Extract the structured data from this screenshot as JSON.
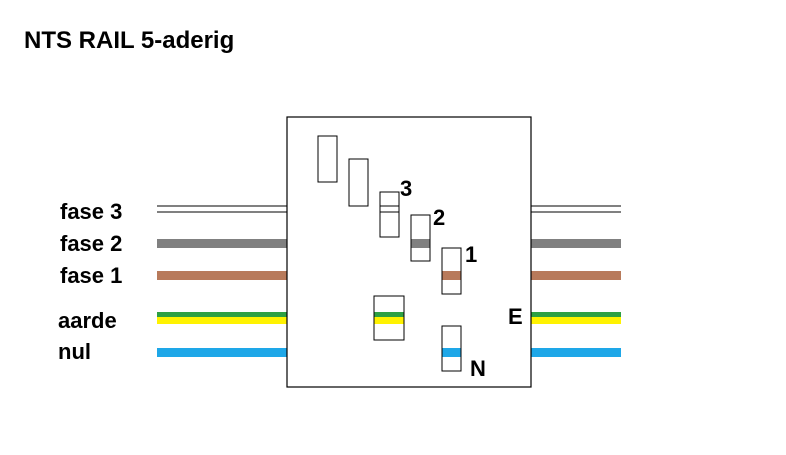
{
  "title": "NTS RAIL 5-aderig",
  "wires": [
    {
      "label": "fase 3",
      "kind": "white"
    },
    {
      "label": "fase 2",
      "kind": "solid",
      "color": "#808080"
    },
    {
      "label": "fase 1",
      "kind": "solid",
      "color": "#b87a5b"
    },
    {
      "label": "aarde",
      "kind": "earth",
      "color_top": "#2ea043",
      "color_bottom": "#fff200"
    },
    {
      "label": "nul",
      "kind": "solid",
      "color": "#1ea7e8"
    }
  ],
  "terminal_labels": {
    "fase3": "3",
    "fase2": "2",
    "fase1": "1",
    "earth": "E",
    "neutral": "N"
  }
}
